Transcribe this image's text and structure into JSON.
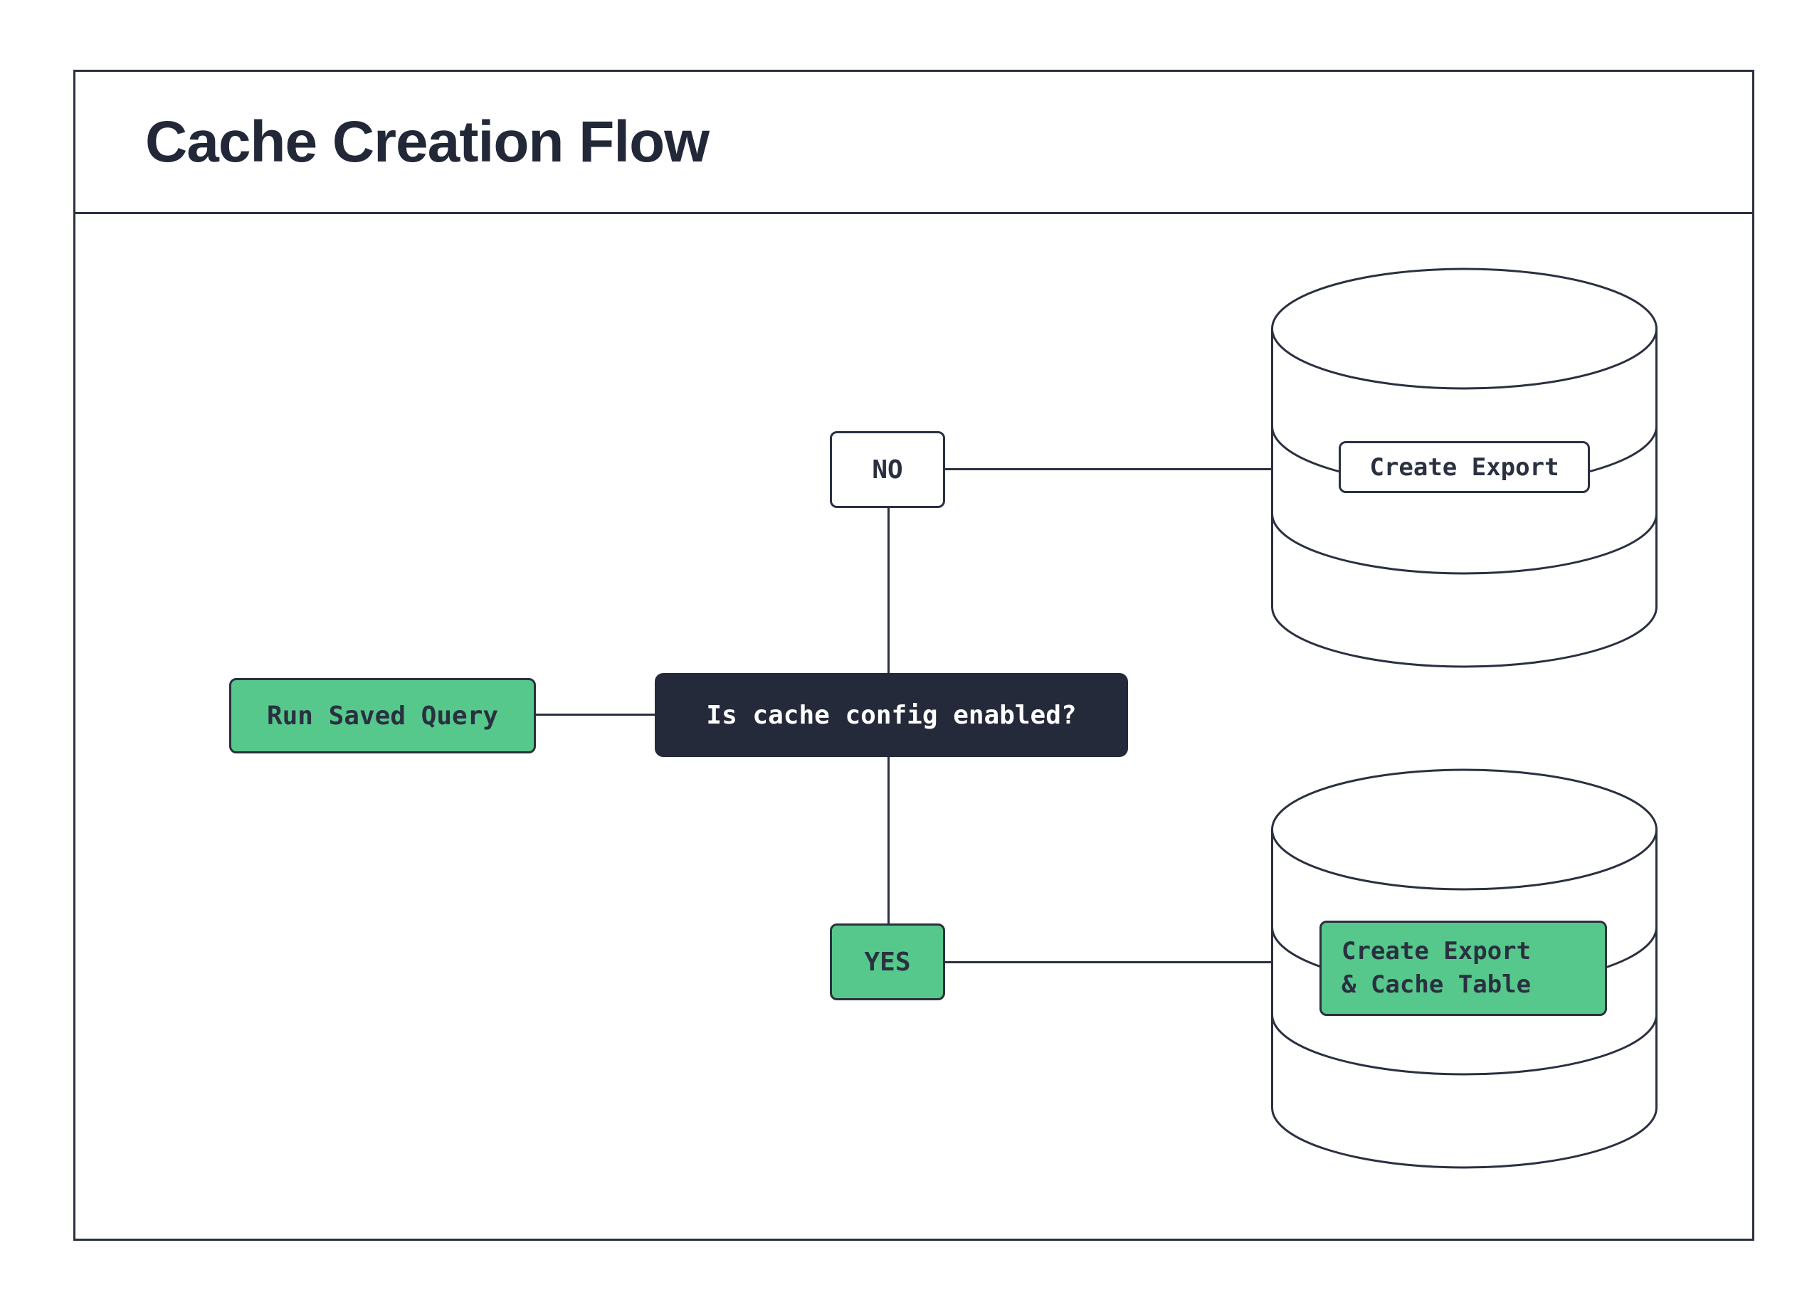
{
  "title": "Cache Creation Flow",
  "palette": {
    "ink": "#2A3040",
    "accent_green": "#57C88C",
    "decision_bg": "#252A3A",
    "background": "#FFFFFF"
  },
  "nodes": {
    "run_saved_query": {
      "label": "Run Saved Query"
    },
    "decision": {
      "label": "Is cache config enabled?"
    },
    "no_branch": {
      "label": "NO"
    },
    "yes_branch": {
      "label": "YES"
    },
    "export_db": {
      "label": "Create Export"
    },
    "export_cache_db": {
      "label_line1": "Create Export",
      "label_line2": "& Cache Table"
    }
  }
}
